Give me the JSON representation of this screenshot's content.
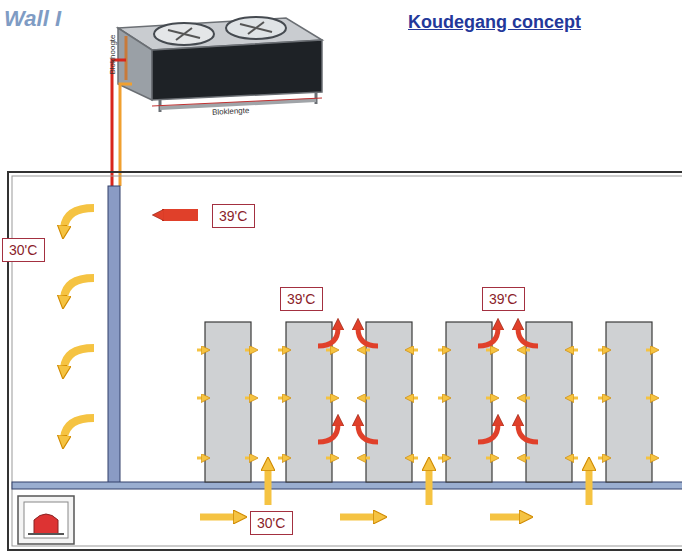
{
  "diagram": {
    "title": "Koudegang concept",
    "nodes": [
      {
        "text": [
          "39'C"
        ]
      },
      {
        "text": [
          "30'C"
        ]
      },
      {
        "text": [
          "39'C"
        ]
      },
      {
        "text": [
          "39'C"
        ]
      },
      {
        "text": [
          "30'C"
        ]
      }
    ],
    "labels": [
      "Wall I",
      "Blokhoogte",
      "Bloklengte"
    ]
  }
}
